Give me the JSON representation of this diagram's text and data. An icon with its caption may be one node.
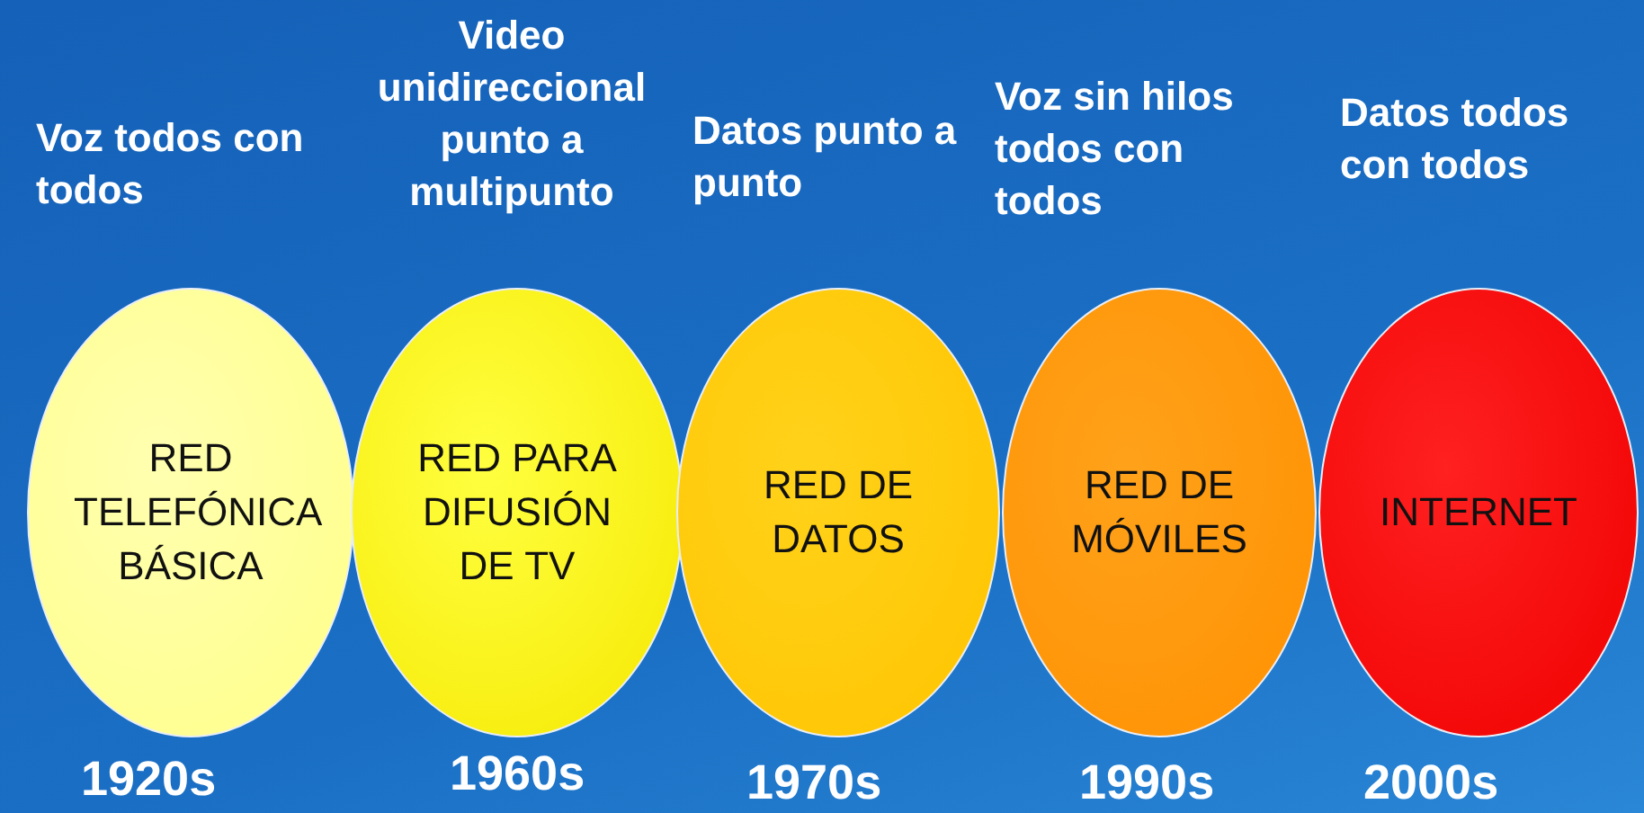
{
  "diagram": {
    "nodes": [
      {
        "text": [
          "RED TELEFÓNICA BÁSICA"
        ],
        "beside": [
          "Voz todos con todos",
          "1920s"
        ]
      },
      {
        "text": [
          "RED PARA DIFUSIÓN DE TV"
        ],
        "beside": [
          "Video unidireccional punto a multipunto",
          "1960s"
        ]
      },
      {
        "text": [
          "RED DE DATOS"
        ],
        "beside": [
          "Datos punto a punto",
          "1970s"
        ]
      },
      {
        "text": [
          "RED DE MÓVILES"
        ],
        "beside": [
          "Voz sin hilos todos con todos",
          "1990s"
        ]
      },
      {
        "text": [
          "INTERNET"
        ],
        "beside": [
          "Datos todos con todos",
          "2000s"
        ]
      }
    ]
  }
}
